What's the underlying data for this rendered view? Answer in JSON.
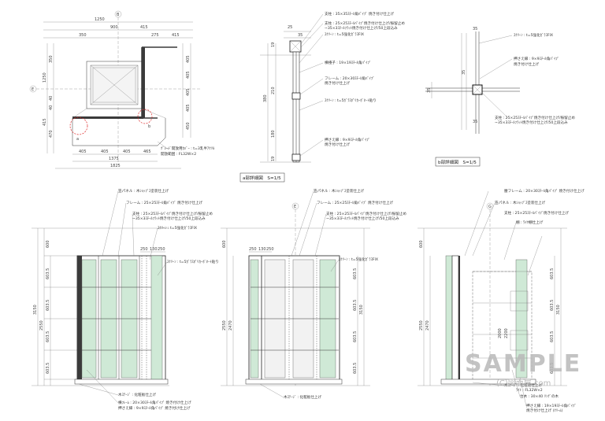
{
  "plan": {
    "dims_top": [
      "1250",
      "900",
      "350",
      "415",
      "275",
      "415"
    ],
    "dims_left": [
      "1250",
      "350",
      "40",
      "40",
      "415",
      "470"
    ],
    "dims_right": [
      "405",
      "405",
      "405",
      "405",
      "450"
    ],
    "dims_bottom": [
      "405",
      "405",
      "405",
      "465",
      "1375",
      "1825"
    ],
    "grid_marks": [
      "B",
      "E"
    ],
    "callout_a": "a",
    "callout_b": "b",
    "note_line1": "ｸﾞﾚｰﾄﾞ開放用ｶﾊﾞｰ : t=3乳半ｱｸﾘﾙ",
    "note_line2": "開放範囲 : FL32W×2"
  },
  "detail_a": {
    "caption": "a部詳細図　S=1/5",
    "dims_left": [
      "19",
      "380",
      "210",
      "180",
      "19"
    ],
    "dims_top": [
      "25",
      "35"
    ],
    "notes": [
      "支柱 : 35×35ｽﾁｰﾙ角ﾊﾟｲﾌﾟ 焼き付け仕上げ",
      "支柱 : 25×25ｽﾁｰﾙﾊﾟｲﾌﾟ焼き付け仕上げ/振留止め",
      "~35×3ｽﾁｰﾙﾌﾗｯﾄ焼き付け仕上げ/50上段込み",
      "ｽｸﾘｰﾝ : t=5強化ｶﾞﾗｽFIX",
      "横棧子 : 19×19ｽﾁｰﾙ角ﾊﾟｲﾌﾟ",
      "フレーム : 20×30ｽﾁｰﾙ角ﾊﾟｲﾌﾟ",
      "焼き付け仕上げ",
      "ｽｸﾘｰﾝ : t=5ｶﾞﾗｽﾎﾟﾘｶｰﾎﾞﾈｰﾄ貼り",
      "押さえ縁 : 9×9ｽﾁｰﾙ角ﾊﾟｲﾌﾟ",
      "焼き付け仕上げ"
    ]
  },
  "detail_b": {
    "caption": "b部詳細図　S=1/5",
    "dims": [
      "35",
      "35",
      "35",
      "35"
    ],
    "notes": [
      "ｽｸﾘｰﾝ : t=5強化ｶﾞﾗｽFIX",
      "押さえ縁 : 9×9ｽﾁｰﾙ角ﾊﾟｲﾌﾟ",
      "焼き付け仕上げ",
      "支柱 : 25×25ｽﾁｰﾙﾊﾟｲﾌﾟ焼き付け仕上げ/振留止め",
      "~35×3ｽﾁｰﾙﾌﾗｯﾄ焼き付け仕上げ/50上段込み"
    ]
  },
  "elev1": {
    "notes": [
      "笠パネル : 木ｼｮｯﾌﾟｽ塗装仕上げ",
      "フレーム : 25×25ｽﾁｰﾙ角ﾊﾟｲﾌﾟ 焼き付け仕上げ",
      "支柱 : 25×25ｽﾁｰﾙﾊﾟｲﾌﾟ焼き付け仕上げ/振留止め",
      "~35×3ｽﾁｰﾙﾌﾗｯﾄ焼き付け仕上げ/50上段込み",
      "ｽｸﾘｰﾝ : t=5強化ｶﾞﾗｽFIX",
      "ｽｸﾘｰﾝ : t=5ｶﾞﾗｽﾎﾟﾘｶｰﾎﾞﾈｰﾄ貼り",
      "木ｽﾃｰｼﾞ : 化粧板仕上げ",
      "横ﾌﾚｰﾑ : 20×30ｽﾁｰﾙ角ﾊﾟｲﾌﾟ 焼き付け仕上げ",
      "押さえ縁 : 9×9ｽﾁｰﾙ角ﾊﾟｲﾌﾟ 焼き付け仕上げ"
    ],
    "dims_left": [
      "600",
      "603.5",
      "603.5",
      "603.5",
      "603.5"
    ],
    "dims_total": [
      "3150",
      "2550"
    ],
    "dims_top": [
      "250",
      "130",
      "250"
    ]
  },
  "elev2": {
    "grid_mark": "E",
    "notes": [
      "笠パネル : 木ｼｮｯﾌﾟｽ塗装仕上げ",
      "フレーム : 25×25ｽﾁｰﾙ角ﾊﾟｲﾌﾟ 焼き付け仕上げ",
      "支柱 : 25×25ｽﾁｰﾙﾊﾟｲﾌﾟ焼き付け仕上げ/振留止め",
      "~35×3ｽﾁｰﾙﾌﾗｯﾄ焼き付け仕上げ/50上段込み",
      "ｽｸﾘｰﾝ : t=5強化ｶﾞﾗｽFIX",
      "木ｽﾃｰｼﾞ : 化粧板仕上げ"
    ],
    "dims_left": [
      "600",
      "2550",
      "2470"
    ],
    "dims_right": [
      "603.5",
      "603.5",
      "603.5",
      "603.5"
    ],
    "dims_top": [
      "250",
      "130",
      "250"
    ],
    "dims_total": [
      "3150"
    ]
  },
  "elev3": {
    "grid_mark": "G",
    "notes": [
      "腰フレーム : 20×30ｽﾁｰﾙ角ﾊﾟｲﾌﾟ 焼き付け仕上げ",
      "笠パネル : 木ｼｮｯﾌﾟｽ塗装仕上げ",
      "棚 : ﾜｲﾔ棚仕上げ",
      "支柱 : 25×25ｽﾁｰﾙﾊﾟｲﾌﾟ焼き付け仕上げ",
      "木ｽﾃｰｼﾞ : 化粧板仕上げ",
      "ﾗｲﾄ : FL32W×2",
      "台木 : 30×40 ﾘﾝｸﾞの木",
      "押さえ縁 : 19×19ｽﾁｰﾙ角ﾊﾟｲﾌﾟ",
      "焼き付け仕上げ (ｸﾘｰﾑ)"
    ],
    "dims_left": [
      "600",
      "2550",
      "2470"
    ],
    "dims_right": [
      "603.5",
      "603.5",
      "603.5",
      "603.5"
    ],
    "dims_total": [
      "3150"
    ],
    "dims_inner": [
      "2000",
      "2200"
    ]
  },
  "watermark": {
    "line1": "SAMPLE",
    "line2": "(C)図面屋.com"
  },
  "colors": {
    "glass": "#cfe9d6",
    "frame": "#3a3a3a",
    "line": "#333333",
    "watermark": "#b9b9b9"
  }
}
